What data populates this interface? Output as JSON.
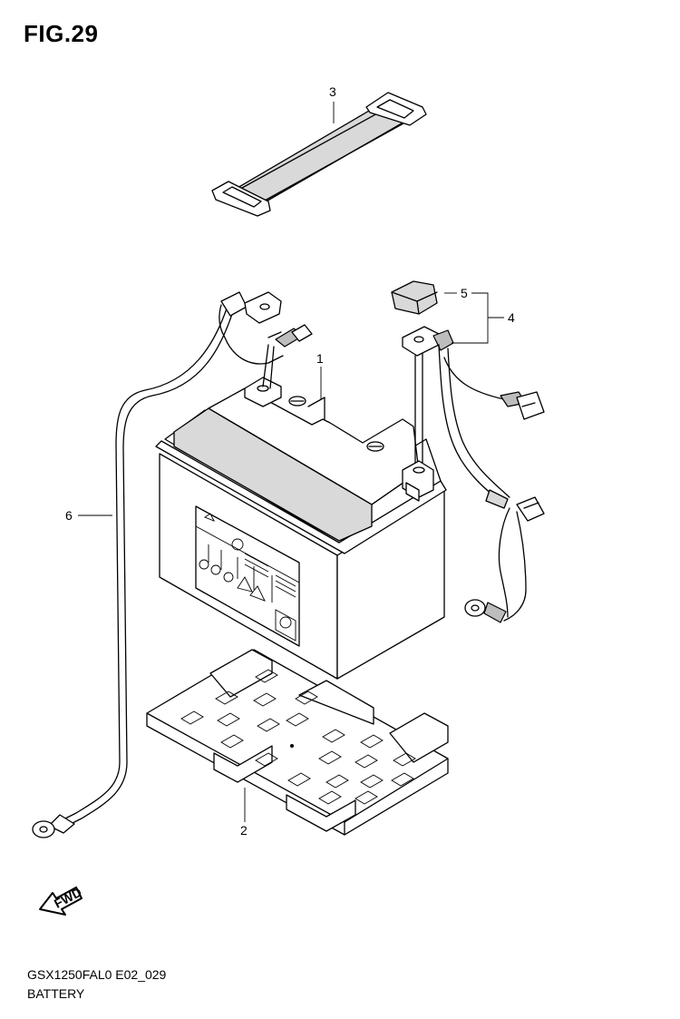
{
  "figure": {
    "title": "FIG.29"
  },
  "footer": {
    "model_code": "GSX1250FAL0 E02_029",
    "section_name": "BATTERY"
  },
  "fwd_marker": {
    "label": "FWD"
  },
  "callouts": [
    {
      "number": "1",
      "part": "battery"
    },
    {
      "number": "2",
      "part": "battery-tray"
    },
    {
      "number": "3",
      "part": "battery-strap"
    },
    {
      "number": "4",
      "part": "positive-lead-assembly"
    },
    {
      "number": "5",
      "part": "terminal-cover"
    },
    {
      "number": "6",
      "part": "ground-lead"
    }
  ]
}
